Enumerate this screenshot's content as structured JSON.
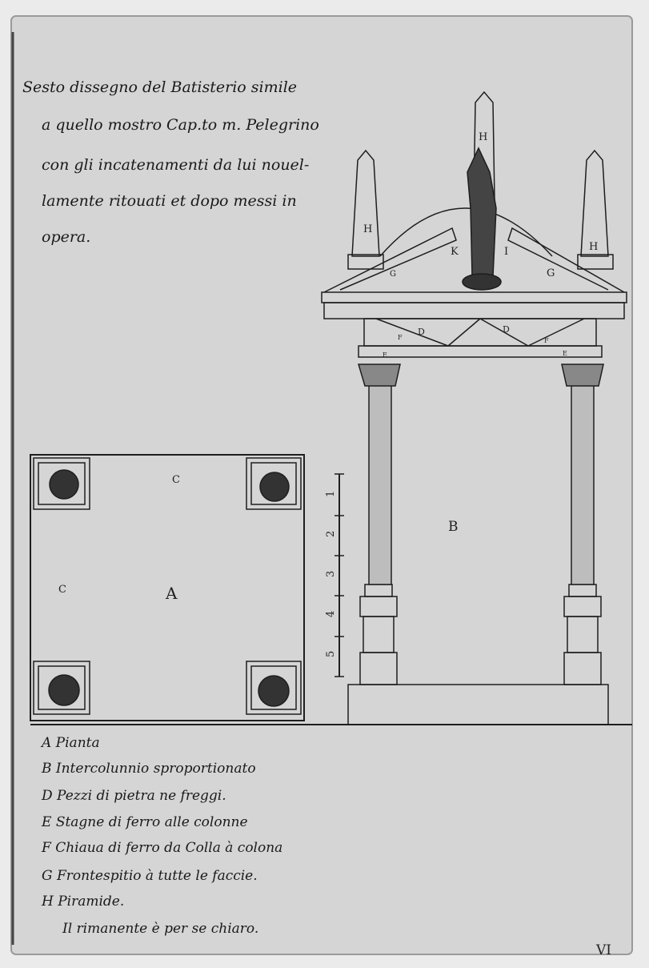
{
  "title_lines": [
    "Sesto dissegno del Batisterio simile",
    "a quello mostro Cap.to m. Pelegrino",
    "con gli incatenamenti da lui nouel-",
    "lamente ritouati et dopo messi in",
    "opera."
  ],
  "drawing_labels": {
    "plan": "A",
    "plan_side_top": "C",
    "plan_side_left": "C",
    "intercolumn": "B",
    "pyramid": "H",
    "frontispiece": "G",
    "frieze": "D",
    "key_bar": "F",
    "clamp": "E",
    "dome": "K",
    "statue": "I"
  },
  "scale": {
    "ticks": [
      "1",
      "2",
      "3",
      "4",
      "5"
    ]
  },
  "legend": [
    "A Pianta",
    "B Intercolunnio sproportionato",
    "D Pezzi di pietra ne freggi.",
    "E Stagne di ferro alle colonne",
    "F Chiaua di ferro da Colla à colona",
    "G Frontespitio à tutte le faccie.",
    "H Piramide.",
    "Il rimanente è per se chiaro."
  ],
  "plate_number": "VI",
  "colors": {
    "paper": "#d7d7d7",
    "ink": "#1e1e1e"
  }
}
